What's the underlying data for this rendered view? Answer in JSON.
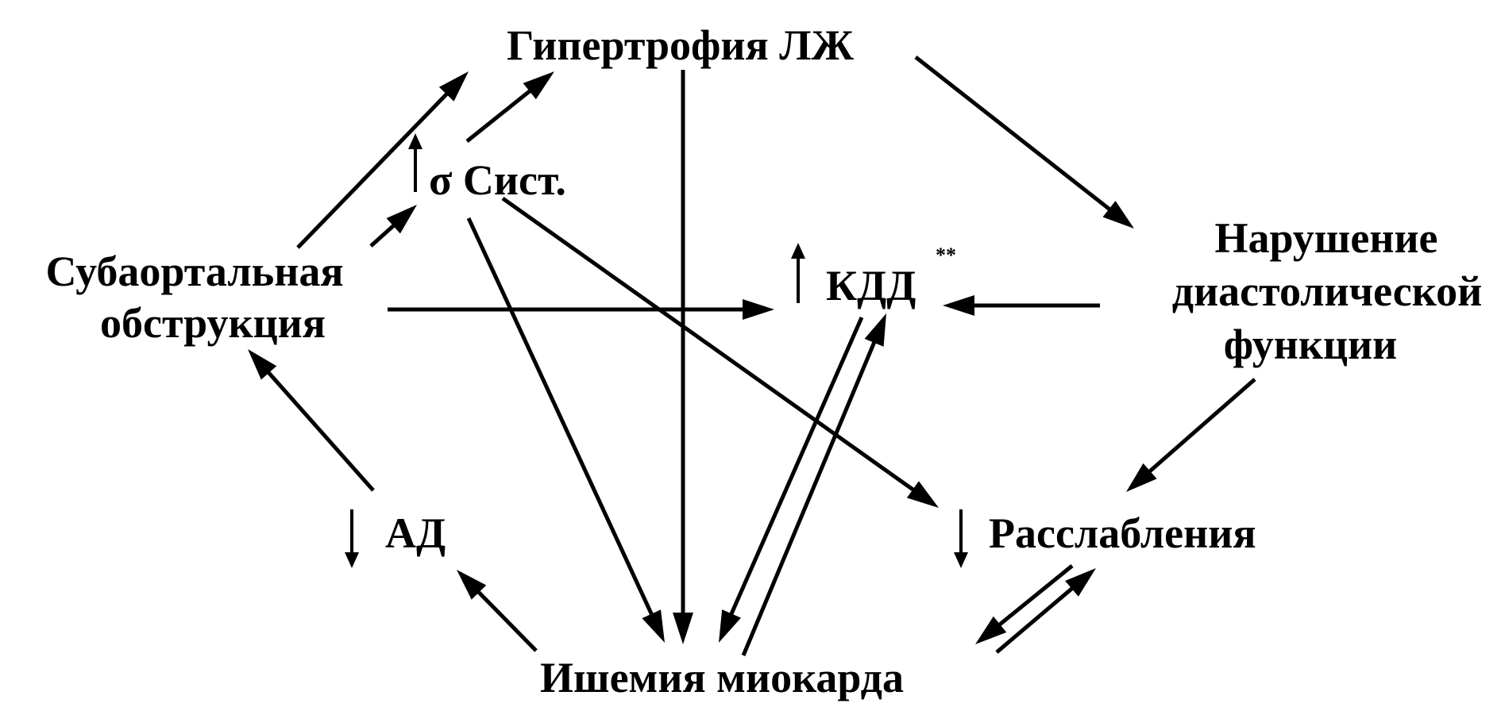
{
  "nodes": {
    "hypertrophy": "Гипертрофия ЛЖ",
    "systolic_stress": "σ Сист.",
    "subaortic_line1": "Субаортальная",
    "subaortic_line2": "обструкция",
    "edp": "КДД",
    "edp_marks": "**",
    "diastolic_line1": "Нарушение",
    "diastolic_line2": "диастолической",
    "diastolic_line3": "функции",
    "bp": "АД",
    "relaxation": "Расслабления",
    "ischemia": "Ишемия миокарда"
  },
  "indicators": {
    "systolic_stress": "increase",
    "edp": "increase",
    "bp": "decrease",
    "relaxation": "decrease"
  },
  "edges": [
    {
      "from": "subaortic",
      "to": "hypertrophy"
    },
    {
      "from": "subaortic",
      "to": "systolic_stress"
    },
    {
      "from": "systolic_stress",
      "to": "hypertrophy"
    },
    {
      "from": "subaortic",
      "to": "edp"
    },
    {
      "from": "hypertrophy",
      "to": "ischemia"
    },
    {
      "from": "hypertrophy",
      "to": "diastolic"
    },
    {
      "from": "systolic_stress",
      "to": "ischemia"
    },
    {
      "from": "systolic_stress",
      "to": "relaxation"
    },
    {
      "from": "diastolic",
      "to": "edp"
    },
    {
      "from": "diastolic",
      "to": "relaxation"
    },
    {
      "from": "edp",
      "to": "ischemia"
    },
    {
      "from": "ischemia",
      "to": "edp"
    },
    {
      "from": "relaxation",
      "to": "ischemia"
    },
    {
      "from": "ischemia",
      "to": "relaxation"
    },
    {
      "from": "ischemia",
      "to": "bp"
    },
    {
      "from": "bp",
      "to": "subaortic"
    }
  ]
}
